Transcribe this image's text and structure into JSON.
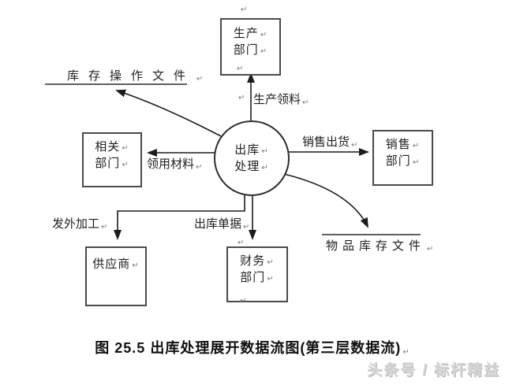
{
  "process": {
    "line1": "出库",
    "line2": "处理"
  },
  "entities": {
    "production": {
      "line1": "生产",
      "line2": "部门"
    },
    "related": {
      "line1": "相关",
      "line2": "部门"
    },
    "sales": {
      "line1": "销售",
      "line2": "部门"
    },
    "supplier": {
      "line1": "供应商"
    },
    "finance": {
      "line1": "财务",
      "line2": "部门"
    }
  },
  "data_stores": {
    "inventory_operation_file": "库存操作文件",
    "item_inventory_file": "物品库存文件"
  },
  "flow_labels": {
    "production_picking": "生产领料",
    "material_requisition": "领用材料",
    "sales_shipment": "销售出货",
    "outsourced_processing": "发外加工",
    "outbound_documents": "出库单据"
  },
  "caption": "图 25.5 出库处理展开数据流图(第三层数据流)",
  "watermark": "头条号 / 标杆精益",
  "marks": {
    "pilcrow": "↵"
  },
  "colors": {
    "line": "#1c1c1c",
    "box_border": "#4a4a4a",
    "text": "#1f1f1f",
    "mark": "#7a7a7a",
    "watermark": "#cccccc"
  }
}
